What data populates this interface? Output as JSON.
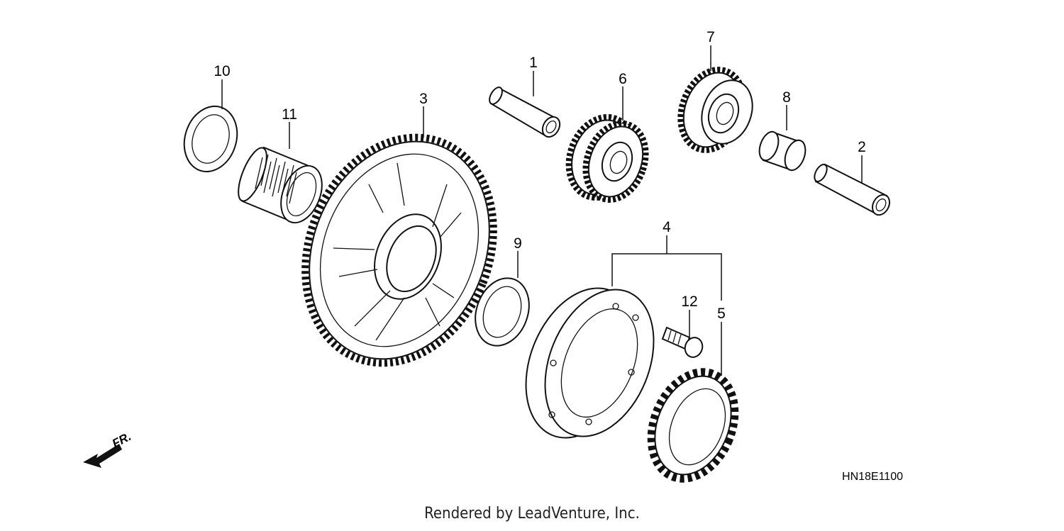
{
  "diagram": {
    "callouts": {
      "c1": "1",
      "c2": "2",
      "c3": "3",
      "c4": "4",
      "c5": "5",
      "c6": "6",
      "c7": "7",
      "c8": "8",
      "c9": "9",
      "c10": "10",
      "c11": "11",
      "c12": "12"
    },
    "drawing_code": "HN18E1100",
    "direction_label": "FR."
  },
  "footer": {
    "text": "Rendered by LeadVenture, Inc."
  },
  "colors": {
    "line": "#111111",
    "background": "#ffffff"
  }
}
